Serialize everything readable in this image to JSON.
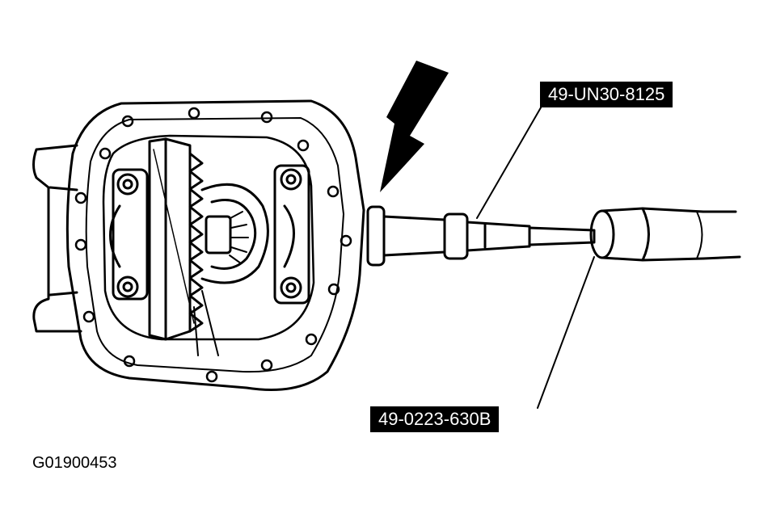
{
  "labels": {
    "tool_top": "49-UN30-8125",
    "tool_bottom": "49-0223-630B"
  },
  "figure_id": "G01900453",
  "icons": [
    "differential-housing-icon",
    "ring-gear-icon",
    "indicator-arrow-icon",
    "slide-hammer-tool-icon"
  ]
}
